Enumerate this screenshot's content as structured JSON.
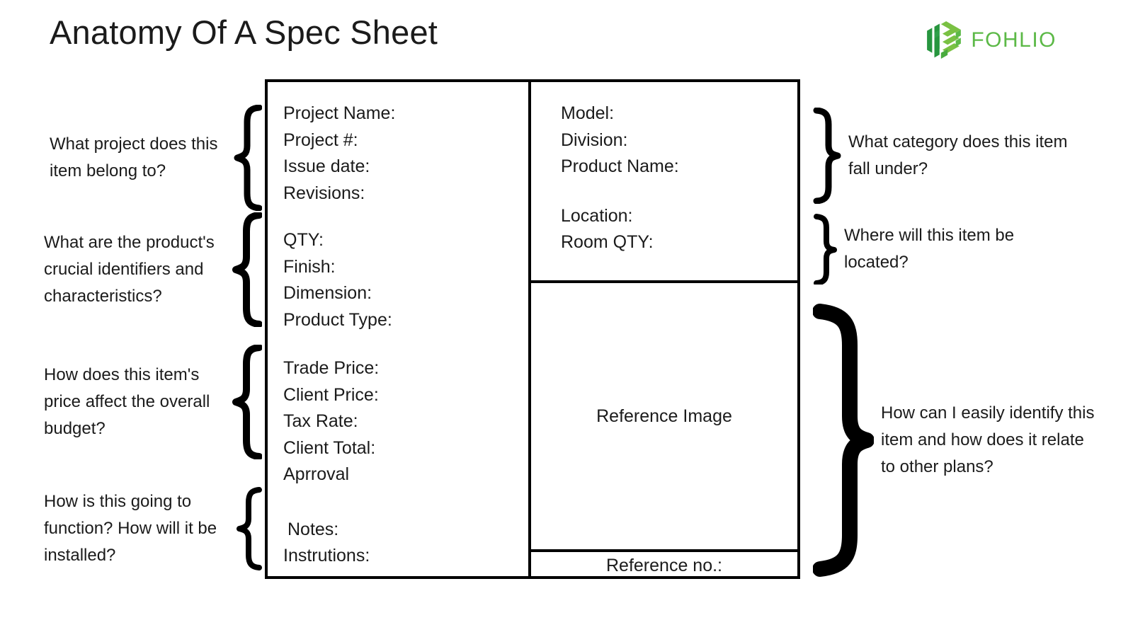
{
  "header": {
    "title": "Anatomy Of A Spec Sheet",
    "brand_name": "FOHLIO",
    "brand_icon": "fohlio-cube-logo",
    "brand_color_dark": "#27963f",
    "brand_color_light": "#7ac143",
    "brand_text_color": "#5cb947"
  },
  "sheet": {
    "left_column": {
      "groups": [
        {
          "name": "project-info",
          "fields": [
            "Project Name:",
            "Project #:",
            "Issue date:",
            "Revisions:"
          ]
        },
        {
          "name": "product-identifiers",
          "fields": [
            "QTY:",
            "Finish:",
            "Dimension:",
            "Product Type:"
          ]
        },
        {
          "name": "pricing",
          "fields": [
            "Trade Price:",
            "Client Price:",
            "Tax Rate:",
            "Client Total:",
            "Aprroval"
          ]
        },
        {
          "name": "notes",
          "fields": [
            "Notes:",
            "Instrutions:"
          ]
        }
      ]
    },
    "right_column": {
      "category_cell": {
        "fields": [
          "Model:",
          "Division:",
          "Product Name:"
        ],
        "location_fields": [
          "Location:",
          "Room QTY:"
        ]
      },
      "image_cell": {
        "label": "Reference Image"
      },
      "reference_cell": {
        "label": "Reference no.:"
      }
    }
  },
  "annotations": {
    "left": [
      {
        "name": "annotation-project",
        "text": "What project does this item belong to?",
        "brace": "left-curly-brace"
      },
      {
        "name": "annotation-identifiers",
        "text": "What are the product's crucial identifiers and characteristics?",
        "brace": "left-curly-brace"
      },
      {
        "name": "annotation-pricing",
        "text": "How does this item's price affect the overall budget?",
        "brace": "left-curly-brace"
      },
      {
        "name": "annotation-installation",
        "text": "How is this going to function? How will it be installed?",
        "brace": "left-curly-brace"
      }
    ],
    "right": [
      {
        "name": "annotation-category",
        "text": "What category does this item fall under?",
        "brace": "right-curly-brace"
      },
      {
        "name": "annotation-location",
        "text": "Where will this item be located?",
        "brace": "right-curly-brace"
      },
      {
        "name": "annotation-reference",
        "text": "How can I easily identify this item and how does it relate to other plans?",
        "brace": "right-curly-brace"
      }
    ]
  }
}
